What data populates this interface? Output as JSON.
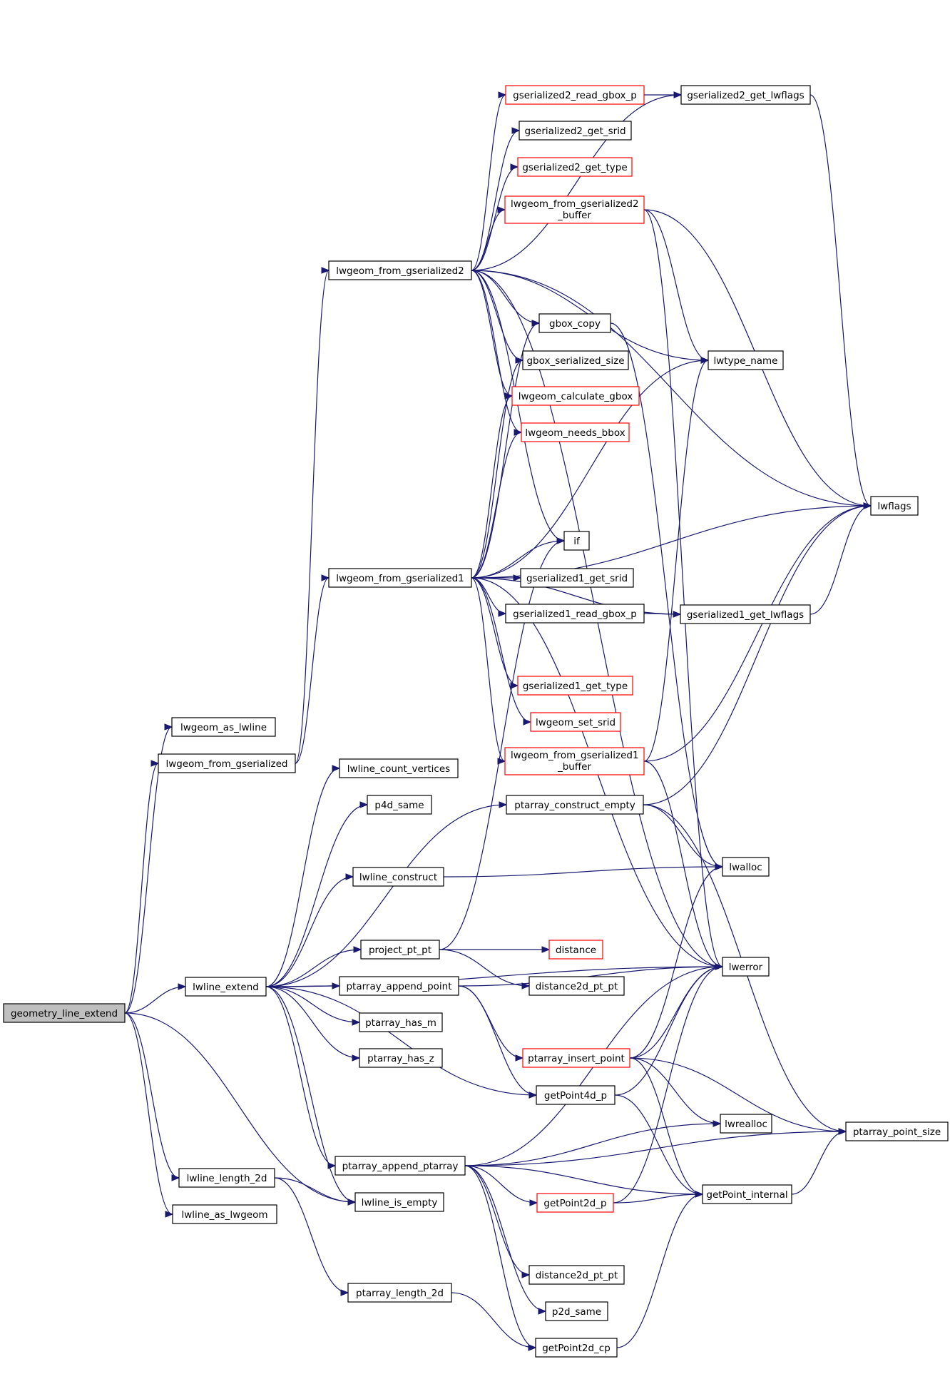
{
  "graph": {
    "root": "geometry_line_extend",
    "nodes": [
      {
        "id": "geometry_line_extend",
        "label": "geometry_line_extend",
        "style": "root"
      },
      {
        "id": "lwgeom_as_lwline",
        "label": "lwgeom_as_lwline",
        "style": "normal"
      },
      {
        "id": "lwgeom_from_gserialized",
        "label": "lwgeom_from_gserialized",
        "style": "normal"
      },
      {
        "id": "lwline_extend",
        "label": "lwline_extend",
        "style": "normal"
      },
      {
        "id": "lwline_length_2d",
        "label": "lwline_length_2d",
        "style": "normal"
      },
      {
        "id": "lwline_as_lwgeom",
        "label": "lwline_as_lwgeom",
        "style": "normal"
      },
      {
        "id": "lwgeom_from_gserialized2",
        "label": "lwgeom_from_gserialized2",
        "style": "normal"
      },
      {
        "id": "lwgeom_from_gserialized1",
        "label": "lwgeom_from_gserialized1",
        "style": "normal"
      },
      {
        "id": "lwline_count_vertices",
        "label": "lwline_count_vertices",
        "style": "normal"
      },
      {
        "id": "p4d_same",
        "label": "p4d_same",
        "style": "normal"
      },
      {
        "id": "lwline_construct",
        "label": "lwline_construct",
        "style": "normal"
      },
      {
        "id": "project_pt_pt",
        "label": "project_pt_pt",
        "style": "normal"
      },
      {
        "id": "ptarray_append_point",
        "label": "ptarray_append_point",
        "style": "normal"
      },
      {
        "id": "ptarray_has_m",
        "label": "ptarray_has_m",
        "style": "normal"
      },
      {
        "id": "ptarray_has_z",
        "label": "ptarray_has_z",
        "style": "normal"
      },
      {
        "id": "ptarray_append_ptarray",
        "label": "ptarray_append_ptarray",
        "style": "normal"
      },
      {
        "id": "lwline_is_empty",
        "label": "lwline_is_empty",
        "style": "normal"
      },
      {
        "id": "ptarray_length_2d",
        "label": "ptarray_length_2d",
        "style": "normal"
      },
      {
        "id": "gserialized2_read_gbox_p",
        "label": "gserialized2_read_gbox_p",
        "style": "red"
      },
      {
        "id": "gserialized2_get_srid",
        "label": "gserialized2_get_srid",
        "style": "normal"
      },
      {
        "id": "gserialized2_get_type",
        "label": "gserialized2_get_type",
        "style": "red"
      },
      {
        "id": "lwgeom_from_gserialized2_buffer",
        "label": "lwgeom_from_gserialized2\n_buffer",
        "style": "red"
      },
      {
        "id": "gbox_copy",
        "label": "gbox_copy",
        "style": "normal"
      },
      {
        "id": "gbox_serialized_size",
        "label": "gbox_serialized_size",
        "style": "normal"
      },
      {
        "id": "lwgeom_calculate_gbox",
        "label": "lwgeom_calculate_gbox",
        "style": "red"
      },
      {
        "id": "lwgeom_needs_bbox",
        "label": "lwgeom_needs_bbox",
        "style": "red"
      },
      {
        "id": "if",
        "label": "if",
        "style": "normal"
      },
      {
        "id": "gserialized1_get_srid",
        "label": "gserialized1_get_srid",
        "style": "normal"
      },
      {
        "id": "gserialized1_read_gbox_p",
        "label": "gserialized1_read_gbox_p",
        "style": "normal"
      },
      {
        "id": "gserialized1_get_type",
        "label": "gserialized1_get_type",
        "style": "red"
      },
      {
        "id": "lwgeom_set_srid",
        "label": "lwgeom_set_srid",
        "style": "red"
      },
      {
        "id": "lwgeom_from_gserialized1_buffer",
        "label": "lwgeom_from_gserialized1\n_buffer",
        "style": "red"
      },
      {
        "id": "ptarray_construct_empty",
        "label": "ptarray_construct_empty",
        "style": "normal"
      },
      {
        "id": "distance",
        "label": "distance",
        "style": "red"
      },
      {
        "id": "distance2d_pt_pt_a",
        "label": "distance2d_pt_pt",
        "style": "normal"
      },
      {
        "id": "ptarray_insert_point",
        "label": "ptarray_insert_point",
        "style": "red"
      },
      {
        "id": "getPoint4d_p",
        "label": "getPoint4d_p",
        "style": "normal"
      },
      {
        "id": "getPoint2d_p",
        "label": "getPoint2d_p",
        "style": "red"
      },
      {
        "id": "distance2d_pt_pt_b",
        "label": "distance2d_pt_pt",
        "style": "normal"
      },
      {
        "id": "p2d_same",
        "label": "p2d_same",
        "style": "normal"
      },
      {
        "id": "getPoint2d_cp",
        "label": "getPoint2d_cp",
        "style": "normal"
      },
      {
        "id": "gserialized2_get_lwflags",
        "label": "gserialized2_get_lwflags",
        "style": "normal"
      },
      {
        "id": "lwtype_name",
        "label": "lwtype_name",
        "style": "normal"
      },
      {
        "id": "lwflags",
        "label": "lwflags",
        "style": "normal"
      },
      {
        "id": "gserialized1_get_lwflags",
        "label": "gserialized1_get_lwflags",
        "style": "normal"
      },
      {
        "id": "lwalloc",
        "label": "lwalloc",
        "style": "normal"
      },
      {
        "id": "lwerror",
        "label": "lwerror",
        "style": "normal"
      },
      {
        "id": "lwrealloc",
        "label": "lwrealloc",
        "style": "normal"
      },
      {
        "id": "getPoint_internal",
        "label": "getPoint_internal",
        "style": "normal"
      },
      {
        "id": "ptarray_point_size",
        "label": "ptarray_point_size",
        "style": "normal"
      }
    ],
    "edges": [
      [
        "geometry_line_extend",
        "lwgeom_as_lwline"
      ],
      [
        "geometry_line_extend",
        "lwgeom_from_gserialized"
      ],
      [
        "geometry_line_extend",
        "lwline_extend"
      ],
      [
        "geometry_line_extend",
        "lwline_length_2d"
      ],
      [
        "geometry_line_extend",
        "lwline_as_lwgeom"
      ],
      [
        "geometry_line_extend",
        "lwline_is_empty"
      ],
      [
        "lwgeom_from_gserialized",
        "lwgeom_from_gserialized2"
      ],
      [
        "lwgeom_from_gserialized",
        "lwgeom_from_gserialized1"
      ],
      [
        "lwgeom_from_gserialized2",
        "gserialized2_read_gbox_p"
      ],
      [
        "lwgeom_from_gserialized2",
        "gserialized2_get_lwflags"
      ],
      [
        "lwgeom_from_gserialized2",
        "gserialized2_get_srid"
      ],
      [
        "lwgeom_from_gserialized2",
        "gserialized2_get_type"
      ],
      [
        "lwgeom_from_gserialized2",
        "lwgeom_from_gserialized2_buffer"
      ],
      [
        "lwgeom_from_gserialized2",
        "lwflags"
      ],
      [
        "lwgeom_from_gserialized2",
        "lwtype_name"
      ],
      [
        "lwgeom_from_gserialized2",
        "gbox_copy"
      ],
      [
        "lwgeom_from_gserialized2",
        "gbox_serialized_size"
      ],
      [
        "lwgeom_from_gserialized2",
        "lwgeom_calculate_gbox"
      ],
      [
        "lwgeom_from_gserialized2",
        "lwgeom_needs_bbox"
      ],
      [
        "lwgeom_from_gserialized2",
        "if"
      ],
      [
        "lwgeom_from_gserialized2",
        "lwerror"
      ],
      [
        "gserialized2_read_gbox_p",
        "gserialized2_get_lwflags"
      ],
      [
        "gserialized2_get_lwflags",
        "lwflags"
      ],
      [
        "lwgeom_from_gserialized2_buffer",
        "lwtype_name"
      ],
      [
        "lwgeom_from_gserialized2_buffer",
        "lwflags"
      ],
      [
        "lwgeom_from_gserialized2_buffer",
        "lwerror"
      ],
      [
        "gbox_copy",
        "lwalloc"
      ],
      [
        "lwgeom_from_gserialized1",
        "gbox_copy"
      ],
      [
        "lwgeom_from_gserialized1",
        "gbox_serialized_size"
      ],
      [
        "lwgeom_from_gserialized1",
        "lwgeom_calculate_gbox"
      ],
      [
        "lwgeom_from_gserialized1",
        "lwgeom_needs_bbox"
      ],
      [
        "lwgeom_from_gserialized1",
        "lwtype_name"
      ],
      [
        "lwgeom_from_gserialized1",
        "lwflags"
      ],
      [
        "lwgeom_from_gserialized1",
        "if"
      ],
      [
        "lwgeom_from_gserialized1",
        "gserialized1_get_srid"
      ],
      [
        "lwgeom_from_gserialized1",
        "gserialized1_read_gbox_p"
      ],
      [
        "lwgeom_from_gserialized1",
        "gserialized1_get_lwflags"
      ],
      [
        "lwgeom_from_gserialized1",
        "gserialized1_get_type"
      ],
      [
        "lwgeom_from_gserialized1",
        "lwgeom_set_srid"
      ],
      [
        "lwgeom_from_gserialized1",
        "lwgeom_from_gserialized1_buffer"
      ],
      [
        "lwgeom_from_gserialized1",
        "lwerror"
      ],
      [
        "gserialized1_read_gbox_p",
        "gserialized1_get_lwflags"
      ],
      [
        "gserialized1_get_lwflags",
        "lwflags"
      ],
      [
        "lwgeom_from_gserialized1_buffer",
        "lwtype_name"
      ],
      [
        "lwgeom_from_gserialized1_buffer",
        "lwflags"
      ],
      [
        "lwgeom_from_gserialized1_buffer",
        "lwerror"
      ],
      [
        "lwline_extend",
        "lwline_count_vertices"
      ],
      [
        "lwline_extend",
        "p4d_same"
      ],
      [
        "lwline_extend",
        "ptarray_construct_empty"
      ],
      [
        "lwline_extend",
        "lwline_construct"
      ],
      [
        "lwline_extend",
        "lwerror"
      ],
      [
        "lwline_extend",
        "project_pt_pt"
      ],
      [
        "lwline_extend",
        "ptarray_append_point"
      ],
      [
        "lwline_extend",
        "ptarray_has_m"
      ],
      [
        "lwline_extend",
        "ptarray_has_z"
      ],
      [
        "lwline_extend",
        "getPoint4d_p"
      ],
      [
        "lwline_extend",
        "ptarray_append_ptarray"
      ],
      [
        "lwline_extend",
        "lwline_is_empty"
      ],
      [
        "lwline_construct",
        "lwalloc"
      ],
      [
        "ptarray_construct_empty",
        "lwalloc"
      ],
      [
        "ptarray_construct_empty",
        "lwflags"
      ],
      [
        "ptarray_construct_empty",
        "ptarray_point_size"
      ],
      [
        "project_pt_pt",
        "if"
      ],
      [
        "project_pt_pt",
        "distance"
      ],
      [
        "project_pt_pt",
        "distance2d_pt_pt_a"
      ],
      [
        "ptarray_append_point",
        "lwerror"
      ],
      [
        "ptarray_append_point",
        "ptarray_insert_point"
      ],
      [
        "ptarray_append_point",
        "getPoint4d_p"
      ],
      [
        "ptarray_insert_point",
        "lwalloc"
      ],
      [
        "ptarray_insert_point",
        "lwerror"
      ],
      [
        "ptarray_insert_point",
        "lwrealloc"
      ],
      [
        "ptarray_insert_point",
        "getPoint_internal"
      ],
      [
        "ptarray_insert_point",
        "ptarray_point_size"
      ],
      [
        "getPoint4d_p",
        "lwerror"
      ],
      [
        "getPoint4d_p",
        "getPoint_internal"
      ],
      [
        "ptarray_append_ptarray",
        "lwerror"
      ],
      [
        "ptarray_append_ptarray",
        "lwrealloc"
      ],
      [
        "ptarray_append_ptarray",
        "getPoint2d_p"
      ],
      [
        "ptarray_append_ptarray",
        "getPoint_internal"
      ],
      [
        "ptarray_append_ptarray",
        "distance2d_pt_pt_b"
      ],
      [
        "ptarray_append_ptarray",
        "p2d_same"
      ],
      [
        "ptarray_append_ptarray",
        "getPoint2d_cp"
      ],
      [
        "ptarray_append_ptarray",
        "ptarray_point_size"
      ],
      [
        "getPoint2d_p",
        "lwerror"
      ],
      [
        "getPoint2d_p",
        "getPoint_internal"
      ],
      [
        "getPoint2d_cp",
        "getPoint_internal"
      ],
      [
        "getPoint_internal",
        "ptarray_point_size"
      ],
      [
        "lwline_length_2d",
        "lwline_is_empty"
      ],
      [
        "lwline_length_2d",
        "ptarray_length_2d"
      ],
      [
        "ptarray_length_2d",
        "getPoint2d_cp"
      ]
    ]
  }
}
